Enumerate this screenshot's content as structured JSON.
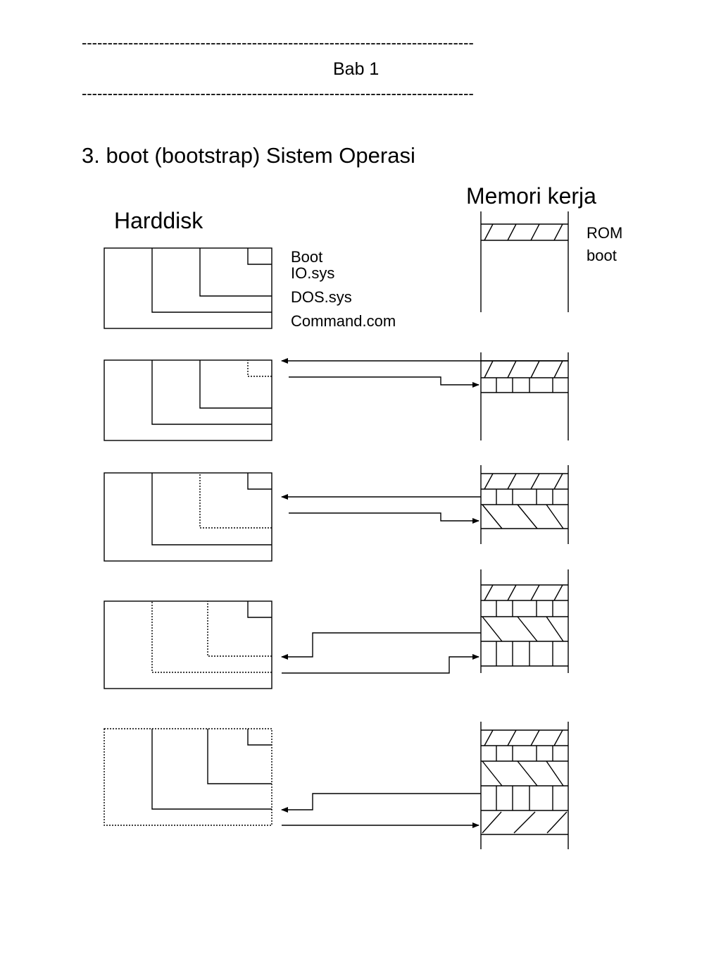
{
  "header": {
    "rule": "----------------------------------------------------------------------------",
    "chapter": "Bab 1"
  },
  "section_title": "3. boot (bootstrap) Sistem Operasi",
  "diagram": {
    "harddisk_label": "Harddisk",
    "memory_label": "Memori kerja",
    "rom_label": "ROM",
    "rom_sub_label": "boot",
    "file_labels": {
      "boot": "Boot",
      "io": "IO.sys",
      "dos": "DOS.sys",
      "command": "Command.com"
    },
    "steps": [
      {
        "step": 1,
        "loaded_in_memory": [
          "ROM boot"
        ]
      },
      {
        "step": 2,
        "loaded_in_memory": [
          "ROM boot",
          "Boot"
        ]
      },
      {
        "step": 3,
        "loaded_in_memory": [
          "ROM boot",
          "Boot",
          "IO.sys"
        ]
      },
      {
        "step": 4,
        "loaded_in_memory": [
          "ROM boot",
          "Boot",
          "IO.sys",
          "DOS.sys"
        ]
      },
      {
        "step": 5,
        "loaded_in_memory": [
          "ROM boot",
          "Boot",
          "IO.sys",
          "DOS.sys",
          "Command.com"
        ]
      }
    ]
  }
}
